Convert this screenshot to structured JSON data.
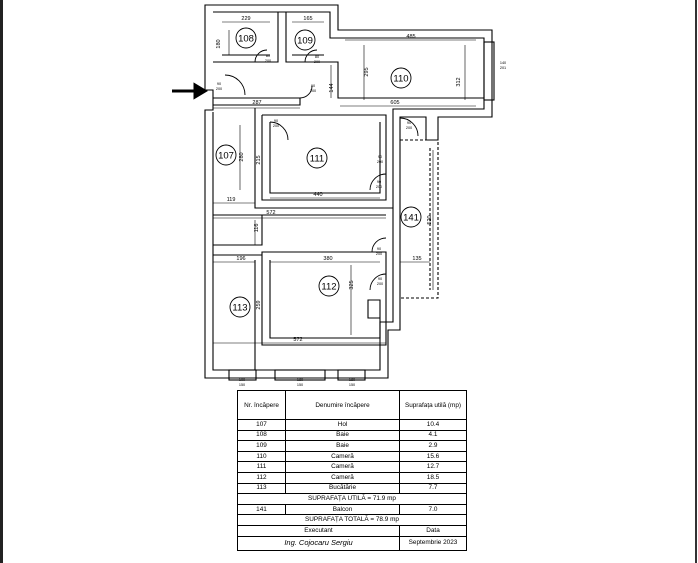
{
  "rooms": [
    {
      "id": "r107",
      "num": "107"
    },
    {
      "id": "r108",
      "num": "108"
    },
    {
      "id": "r109",
      "num": "109"
    },
    {
      "id": "r110",
      "num": "110"
    },
    {
      "id": "r111",
      "num": "111"
    },
    {
      "id": "r112",
      "num": "112"
    },
    {
      "id": "r113",
      "num": "113"
    },
    {
      "id": "r141",
      "num": "141"
    }
  ],
  "dimensions": {
    "d229": "229",
    "d165": "165",
    "d180": "180",
    "d485": "485",
    "d295": "295",
    "d312": "312",
    "d144": "144",
    "d287": "287",
    "d605": "605",
    "d280": "280",
    "d215": "215",
    "d440": "440",
    "d119": "119",
    "d572a": "572",
    "d520": "520",
    "d116": "116",
    "d196": "196",
    "d380": "380",
    "d135": "135",
    "d325": "325",
    "d259": "259",
    "d572b": "572"
  },
  "doors": {
    "entry": {
      "w": "90",
      "h": "200"
    },
    "d108": {
      "w": "80",
      "h": "200"
    },
    "d109": {
      "w": "80",
      "h": "200"
    },
    "d110": {
      "w": "90",
      "h": "200"
    },
    "d111": {
      "w": "90",
      "h": "200"
    },
    "d111w": {
      "w": "90",
      "h": "200"
    },
    "d141a": {
      "w": "90",
      "h": "200"
    },
    "dmid": {
      "w": "90",
      "h": "200"
    },
    "d112": {
      "w": "90",
      "h": "200"
    },
    "dbal": {
      "w": "90",
      "h": "200"
    }
  },
  "windows": {
    "w110": {
      "w": "140",
      "h": "201"
    },
    "wb1": {
      "w": "100",
      "h": "150"
    },
    "wb2": {
      "w": "180",
      "h": "150"
    },
    "wb3": {
      "w": "180",
      "h": "150"
    }
  },
  "legend": {
    "headers": {
      "nr": "Nr. încăpere",
      "name": "Denumire încăpere",
      "area": "Suprafața utilă (mp)"
    },
    "rows": [
      {
        "nr": "107",
        "name": "Hol",
        "area": "10.4"
      },
      {
        "nr": "108",
        "name": "Baie",
        "area": "4.1"
      },
      {
        "nr": "109",
        "name": "Baie",
        "area": "2.9"
      },
      {
        "nr": "110",
        "name": "Cameră",
        "area": "15.6"
      },
      {
        "nr": "111",
        "name": "Cameră",
        "area": "12.7"
      },
      {
        "nr": "112",
        "name": "Cameră",
        "area": "18.5"
      },
      {
        "nr": "113",
        "name": "Bucătărie",
        "area": "7.7"
      }
    ],
    "useful_total": "SUPRAFAȚA UTILĂ = 71.9 mp",
    "balcony": {
      "nr": "141",
      "name": "Balcon",
      "area": "7.0"
    },
    "grand_total": "SUPRAFAȚA TOTALĂ = 78.9 mp",
    "executant_label": "Executant",
    "date_label": "Data",
    "executant": "Ing. Cojocaru Sergiu",
    "date": "Septembrie 2023"
  },
  "colors": {
    "wall": "#000000",
    "background": "#ffffff"
  }
}
